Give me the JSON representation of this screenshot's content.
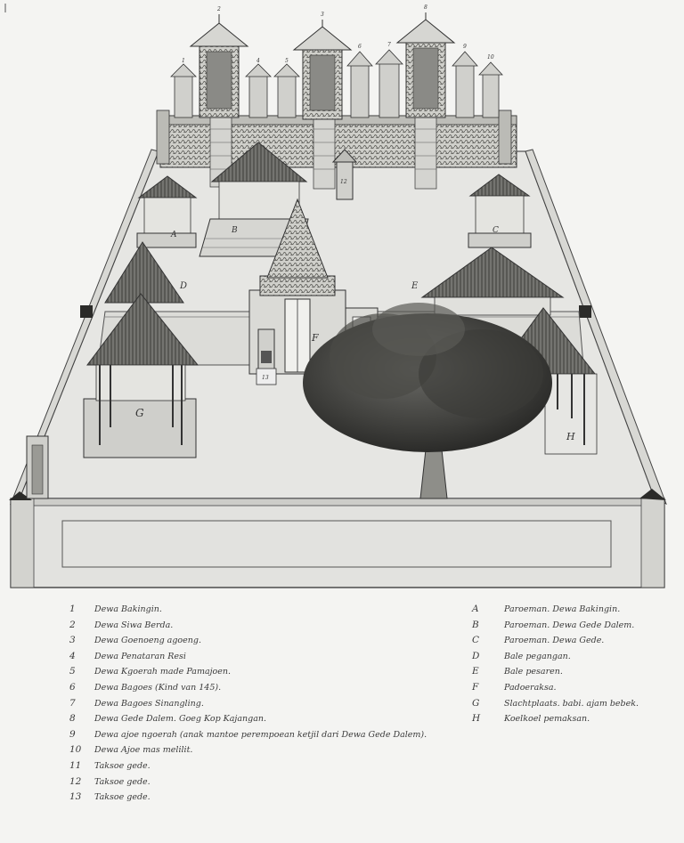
{
  "drawing_labels": {
    "A": "A",
    "B": "B",
    "C": "C",
    "D": "D",
    "E": "E",
    "F": "F",
    "G": "G",
    "H": "H",
    "n1": "1",
    "n2": "2",
    "n3": "3",
    "n4": "4",
    "n5": "5",
    "n6": "6",
    "n7": "7",
    "n8": "8",
    "n9": "9",
    "n10": "10",
    "n12": "12",
    "n13": "13"
  },
  "legend_numbers": [
    {
      "key": "1",
      "text": "Dewa Bakingin."
    },
    {
      "key": "2",
      "text": "Dewa Siwa Berda."
    },
    {
      "key": "3",
      "text": "Dewa Goenoeng agoeng."
    },
    {
      "key": "4",
      "text": "Dewa Penataran Resi"
    },
    {
      "key": "5",
      "text": "Dewa Kgoerah made Pamajoen."
    },
    {
      "key": "6",
      "text": "Dewa Bagoes (Kind van 145)."
    },
    {
      "key": "7",
      "text": "Dewa Bagoes Sinangling."
    },
    {
      "key": "8",
      "text": "Dewa Gede Dalem. Goeg Kop Kajangan."
    },
    {
      "key": "9",
      "text": "Dewa ajoe ngoerah (anak mantoe perempoean ketjil dari Dewa Gede Dalem)."
    },
    {
      "key": "10",
      "text": "Dewa Ajoe mas melilit."
    },
    {
      "key": "11",
      "text": "Taksoe gede."
    },
    {
      "key": "12",
      "text": "Taksoe gede."
    },
    {
      "key": "13",
      "text": "Taksoe gede."
    }
  ],
  "legend_letters": [
    {
      "key": "A",
      "text": "Paroeman. Dewa Bakingin."
    },
    {
      "key": "B",
      "text": "Paroeman. Dewa Gede Dalem."
    },
    {
      "key": "C",
      "text": "Paroeman. Dewa Gede."
    },
    {
      "key": "D",
      "text": "Bale pegangan."
    },
    {
      "key": "E",
      "text": "Bale pesaren."
    },
    {
      "key": "F",
      "text": "Padoeraksa."
    },
    {
      "key": "G",
      "text": "Slachtplaats. babi. ajam bebek."
    },
    {
      "key": "H",
      "text": "Koelkoel pemaksan."
    }
  ]
}
